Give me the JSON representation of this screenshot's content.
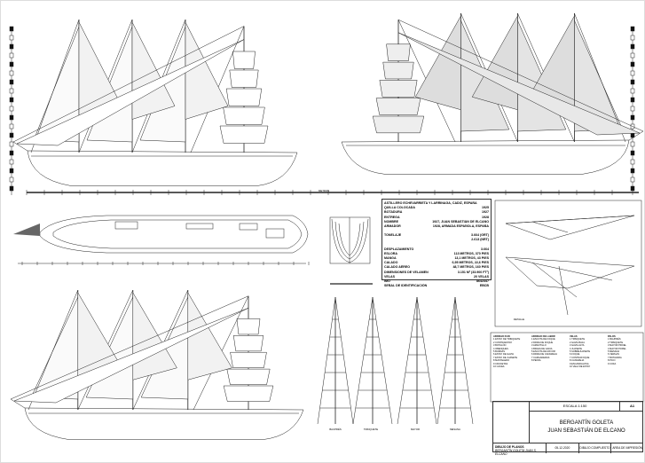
{
  "info_table": {
    "rows": [
      {
        "label": "ASTILLERO ECHEVARRIETA Y LARRINAGA, CADIZ, ESPAÑA",
        "value": ""
      },
      {
        "label": "QUILLA COLOCADA",
        "value": "1925"
      },
      {
        "label": "BOTADURA",
        "value": "1927"
      },
      {
        "label": "ENTREGA",
        "value": "1928"
      },
      {
        "label": "NOMBRE",
        "value": "1927, JUAN SEBASTIÁN DE ELCANO"
      },
      {
        "label": "ARMADOR",
        "value": "1928, ARMADA ESPAÑOLA, ESPAÑA"
      },
      {
        "label": "TONELAJE",
        "value": "3.664 (GRT)"
      },
      {
        "label": "",
        "value": "2.613 (NRT)"
      },
      {
        "label": "DESPLAZAMIENTO",
        "value": "3.664"
      },
      {
        "label": "ESLORA",
        "value": "113 METROS, 370 PIES"
      },
      {
        "label": "MANGA",
        "value": "13,1 METROS, 43 PIES"
      },
      {
        "label": "CALADO",
        "value": "6,95 METROS, 22,6 PIES"
      },
      {
        "label": "CALADO AÉREO",
        "value": "48,7 METROS, 160 PIES"
      },
      {
        "label": "DIMENSIONES DE VELAMEN",
        "value": "3.151 M² (33.900 FT²)"
      },
      {
        "label": "VELAS",
        "value": "20 VELAS"
      },
      {
        "label": "IMO",
        "value": "8642347"
      },
      {
        "label": "SEÑAL DE IDENTIFICACIÓN",
        "value": "EBCB"
      }
    ]
  },
  "legend": {
    "columns": [
      {
        "header": "APAREJO FIJO",
        "items": [
          "1 ESTAY DE TRINQUETE",
          "2 CONTRAESTAY",
          "3 BOTALÓN",
          "4 OBENQUES",
          "5 BURDAS",
          "6 ESTAY DE GAVIA",
          "7 ESTAY DE JUANETE",
          "8 MASTELERO",
          "9 CRUCETAS",
          "10 CACEA"
        ]
      },
      {
        "header": "APAREJO DE LABOR",
        "items": [
          "1 ESCOTA DE FOQUE",
          "2 DRIZA DE FOQUE",
          "3 AMANTILLO",
          "4 BRAZA DE GAVIA",
          "5 ESCOTA DE MAYOR",
          "6 DRIZA DE CANGREJA",
          "7 CARGADERAS",
          "8 PENOL"
        ]
      },
      {
        "header": "VELAS",
        "items": [
          "1 TRINQUETE",
          "2 GAVIA BAJA",
          "3 GAVIA ALTA",
          "4 JUANETE",
          "5 SOBREJUANETE",
          "6 FOQUE",
          "7 CONTRAFOQUE",
          "8 CANGREJA",
          "9 ESCANDALOSA",
          "10 VELA DE ESTAY"
        ]
      },
      {
        "header": "PALOS",
        "items": [
          "1 BAUPRÉS",
          "2 TRINQUETE",
          "3 MAYOR PROEL",
          "4 MAYOR POPEL",
          "5 MESANA",
          "6 VERGAS",
          "7 BOTAVARA",
          "8 PICO",
          "9 COFA"
        ]
      }
    ]
  },
  "title_block": {
    "scale": "ESCALA 1:150",
    "sheet": "A1",
    "title_1": "BERGANTÍN GOLETA",
    "title_2": "JUAN SEBASTIÁN DE ELCANO",
    "author_1": "DIBUJO DE PLANOS",
    "author_2": "BERGANTÍN GOLETA JUAN S. ELCANO",
    "date": "05-12-2020",
    "drawing": "DIBUJO COMPUESTO",
    "print": "AREA DE IMPRESIÓN"
  },
  "mast_captions": [
    "BAUPRÉS",
    "TRINQUETE",
    "MAYOR",
    "MESANA"
  ],
  "scale_unit": "METROS",
  "rigging_caption": "DETALLE"
}
